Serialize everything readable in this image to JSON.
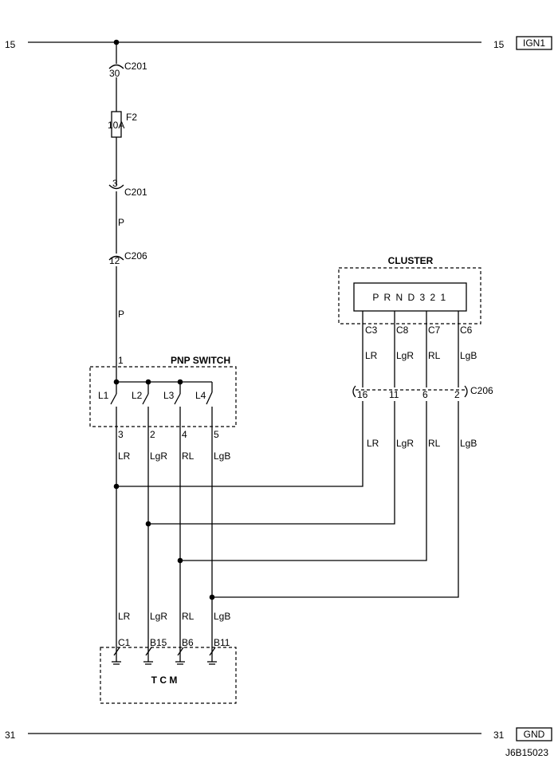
{
  "rails": {
    "top": {
      "left_num": "15",
      "right_num": "15",
      "tag": "IGN1"
    },
    "bottom": {
      "left_num": "31",
      "right_num": "31",
      "tag": "GND"
    }
  },
  "connectors": {
    "c201_top": {
      "pin": "30",
      "name": "C201"
    },
    "fuse": {
      "name": "F2",
      "rating": "10A"
    },
    "c201_bottom": {
      "pin": "3",
      "name": "C201"
    },
    "wire_p1": "P",
    "c206_top": {
      "pin": "12",
      "name": "C206"
    },
    "wire_p2": "P"
  },
  "pnp_switch": {
    "title": "PNP SWITCH",
    "input_pin": "1",
    "contacts": [
      "L1",
      "L2",
      "L3",
      "L4"
    ],
    "output_pins": [
      "3",
      "2",
      "4",
      "5"
    ],
    "wire_colors": [
      "LR",
      "LgR",
      "RL",
      "LgB"
    ]
  },
  "cluster": {
    "title": "CLUSTER",
    "display": "P R N D 3 2 1",
    "pins": [
      "C3",
      "C8",
      "C7",
      "C6"
    ],
    "wire_colors": [
      "LR",
      "LgR",
      "RL",
      "LgB"
    ],
    "c206_pins": [
      "16",
      "11",
      "6",
      "2"
    ],
    "c206_name": "C206",
    "lower_wire_colors": [
      "LR",
      "LgR",
      "RL",
      "LgB"
    ]
  },
  "tcm": {
    "title": "T C M",
    "pins": [
      "C1",
      "B15",
      "B6",
      "B11"
    ],
    "wire_colors": [
      "LR",
      "LgR",
      "RL",
      "LgB"
    ]
  },
  "figure_id": "J6B15023"
}
